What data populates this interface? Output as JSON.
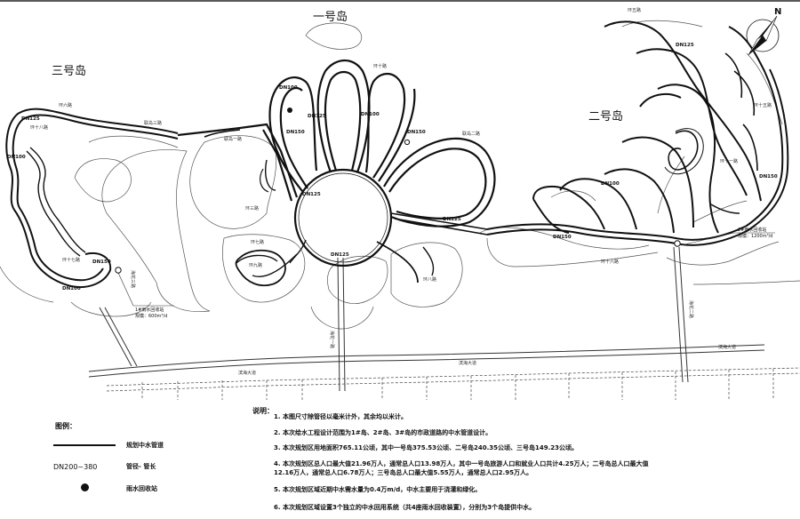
{
  "islands": {
    "one": "一号岛",
    "two": "二号岛",
    "three": "三号岛"
  },
  "roads": {
    "binhai_1": "滨海大道",
    "binhai_2": "滨海大道",
    "binhai_3": "滨海大道",
    "haihua_1": "海花一路",
    "haihua_3": "海花三路",
    "haihua_2": "海花二路",
    "ring7": "环七路",
    "ring8": "环八路",
    "ring9": "环九路",
    "ring10": "环十路",
    "ring11": "环十一路",
    "ring6": "环六路",
    "ring18": "环十八路",
    "link1": "联岛一路",
    "link2": "联岛二路",
    "link3": "联岛三路",
    "ring3": "环三路",
    "ring16": "环十六路",
    "ring17": "环十七路",
    "ring15": "环十五路",
    "ring_top": "环五路"
  },
  "pipes": [
    "DN100",
    "DN125",
    "DN150",
    "DN125",
    "DN100",
    "DN150",
    "DN125",
    "DN100",
    "DN150",
    "DN125",
    "DN100",
    "DN150",
    "DN125",
    "DN150",
    "DN125",
    "DN100"
  ],
  "stations": {
    "s1_title": "1#雨水回收站",
    "s1_cap": "规模：600m³/d",
    "s2_title": "2#雨水回收站",
    "s2_cap": "规模：1200m³/d"
  },
  "north": "N",
  "legend": {
    "title": "图例：",
    "pipe_label": "规划中水管道",
    "size_sample": "DN200~380",
    "size_label": "管径- 管长",
    "station_label": "雨水回收站"
  },
  "notes": {
    "title": "说明：",
    "items": [
      "1. 本图尺寸除管径以毫米计外，其余均以米计。",
      "2. 本次给水工程设计范围为1#岛、2#岛、3#岛的市政道路的中水管道设计。",
      "3. 本次规划区用地面积765.11公顷，其中一号岛375.53公顷、二号岛240.35公顷、三号岛149.23公顷。",
      "4. 本次规划区总人口最大值21.96万人，通常总人口13.98万人，其中一号岛旅游人口和就业人口共计4.25万人；二号岛总人口最大值12.16万人，通常总人口6.78万人；三号岛总人口最大值5.55万人，通常总人口2.95万人。",
      "5. 本次规划区域近期中水需水量为0.4万m/d，中水主要用于浇灌和绿化。",
      "6. 本次规划区域设置3个独立的中水回用系统（共4座雨水回收装置），分别为3个岛提供中水。"
    ]
  }
}
